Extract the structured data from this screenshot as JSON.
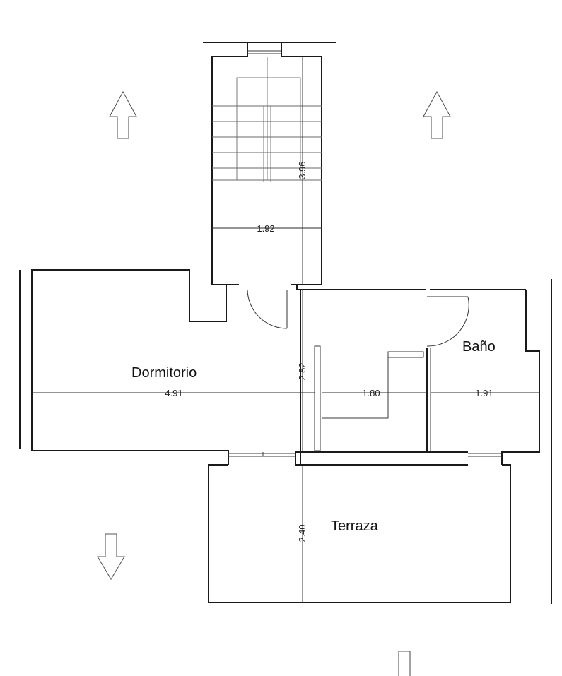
{
  "rooms": {
    "dormitorio": "Dormitorio",
    "bano": "Baño",
    "terraza": "Terraza"
  },
  "dimensions": {
    "stair_length": "3.96",
    "stair_width": "1.92",
    "dormitorio_width": "4.91",
    "dormitorio_depth": "2.82",
    "hall_width": "1.80",
    "bano_width": "1.91",
    "terraza_depth": "2.40"
  }
}
